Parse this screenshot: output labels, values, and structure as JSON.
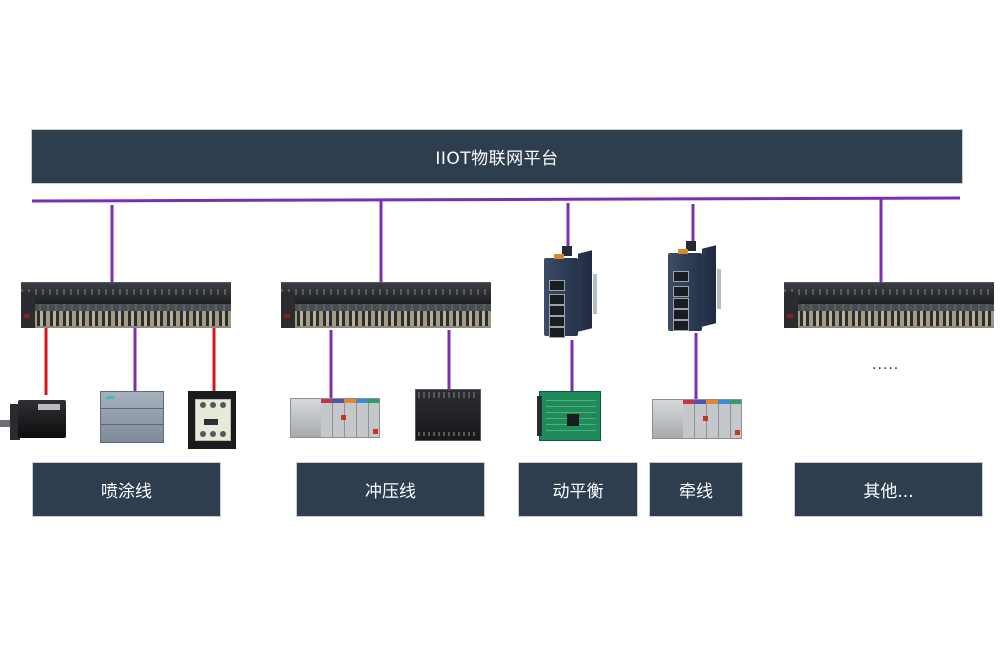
{
  "platform": {
    "title": "IIOT物联网平台"
  },
  "network": {
    "bus_color": "#7b2fb0",
    "serial_link_color": "#d4141c",
    "box_color": "#2e3e4f"
  },
  "production_lines": [
    {
      "label": "喷涂线",
      "gateway": "plc-rack",
      "devices": [
        "servo-motor",
        "siemens-s7-plc",
        "contactor"
      ]
    },
    {
      "label": "冲压线",
      "gateway": "plc-rack",
      "devices": [
        "allen-bradley-plc",
        "compact-plc"
      ]
    },
    {
      "label": "动平衡",
      "gateway": "industrial-ethernet-switch",
      "devices": [
        "io-pcb-card"
      ]
    },
    {
      "label": "牵线",
      "gateway": "industrial-ethernet-switch",
      "devices": [
        "allen-bradley-plc"
      ]
    },
    {
      "label": "其他...",
      "gateway": "plc-rack",
      "devices": []
    }
  ],
  "ellipsis": "....."
}
